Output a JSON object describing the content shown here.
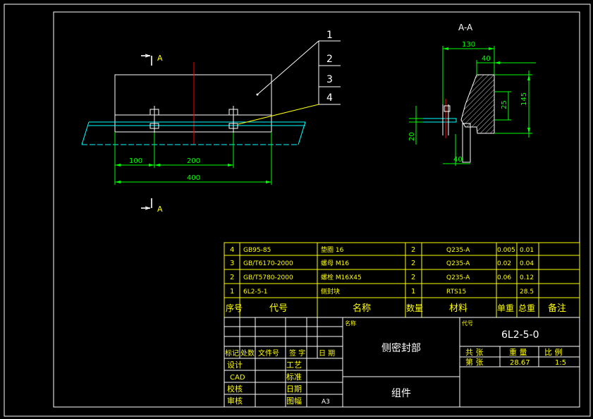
{
  "section_marker": "A",
  "section_title": "A-A",
  "balloons": [
    "1",
    "2",
    "3",
    "4"
  ],
  "dims_front": {
    "d100": "100",
    "d200": "200",
    "d400": "400"
  },
  "dims_section": {
    "d130": "130",
    "d40_top": "40",
    "d145": "145",
    "d25": "25",
    "d20": "20",
    "d40_bottom": "40"
  },
  "bom": {
    "rows": [
      {
        "no": "4",
        "code": "GB95-85",
        "name": "垫圈 16",
        "qty": "2",
        "material": "Q235-A",
        "unit": "0.005",
        "total": "0.01",
        "note": ""
      },
      {
        "no": "3",
        "code": "GB/T6170-2000",
        "name": "螺母 M16",
        "qty": "2",
        "material": "Q235-A",
        "unit": "0.02",
        "total": "0.04",
        "note": ""
      },
      {
        "no": "2",
        "code": "GB/T5780-2000",
        "name": "螺栓 M16X45",
        "qty": "2",
        "material": "Q235-A",
        "unit": "0.06",
        "total": "0.12",
        "note": ""
      },
      {
        "no": "1",
        "code": "6L2-5-1",
        "name": "侧封块",
        "qty": "1",
        "material": "RTS15",
        "unit": "",
        "total": "28.5",
        "note": ""
      }
    ],
    "headers": {
      "no": "序号",
      "code": "代号",
      "name": "名称",
      "qty": "数量",
      "material": "材料",
      "unit": "单重",
      "total": "总重",
      "note": "备注"
    }
  },
  "title_block": {
    "name_label": "名称",
    "drawing_name": "侧密封部",
    "code_label": "代号",
    "drawing_code": "6L2-5-0",
    "type": "组件",
    "sheets_label": "共 张",
    "weight_label": "重 量",
    "scale_label": "比 例",
    "sheet_label": "第 张",
    "weight_value": "28.67",
    "scale_value": "1:5",
    "rev_headers": [
      "标记",
      "处数",
      "文件号",
      "签 字",
      "日 期"
    ],
    "sign_labels": [
      "设计",
      "CAD",
      "校核",
      "审核"
    ],
    "sign_labels_right": [
      "工艺",
      "标准",
      "日期",
      "图幅"
    ],
    "sheet_size": "A3"
  }
}
